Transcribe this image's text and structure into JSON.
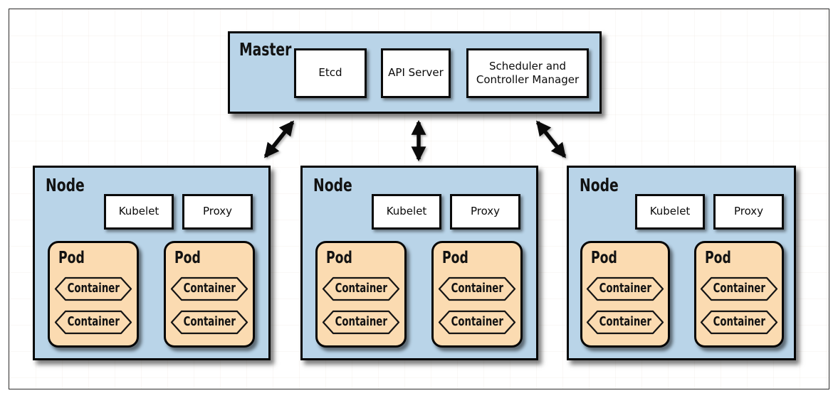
{
  "master": {
    "label": "Master",
    "components": [
      "Etcd",
      "API Server",
      "Scheduler and Controller Manager"
    ]
  },
  "nodes": [
    {
      "label": "Node",
      "agents": [
        "Kubelet",
        "Proxy"
      ],
      "pods": [
        {
          "label": "Pod",
          "containers": [
            "Container",
            "Container"
          ]
        },
        {
          "label": "Pod",
          "containers": [
            "Container",
            "Container"
          ]
        }
      ]
    },
    {
      "label": "Node",
      "agents": [
        "Kubelet",
        "Proxy"
      ],
      "pods": [
        {
          "label": "Pod",
          "containers": [
            "Container",
            "Container"
          ]
        },
        {
          "label": "Pod",
          "containers": [
            "Container",
            "Container"
          ]
        }
      ]
    },
    {
      "label": "Node",
      "agents": [
        "Kubelet",
        "Proxy"
      ],
      "pods": [
        {
          "label": "Pod",
          "containers": [
            "Container",
            "Container"
          ]
        },
        {
          "label": "Pod",
          "containers": [
            "Container",
            "Container"
          ]
        }
      ]
    }
  ],
  "colors": {
    "master_fill": "#b9d4e8",
    "node_fill": "#b9d4e8",
    "pod_fill": "#fbdbb1",
    "component_fill": "#ffffff",
    "border": "#050505"
  }
}
